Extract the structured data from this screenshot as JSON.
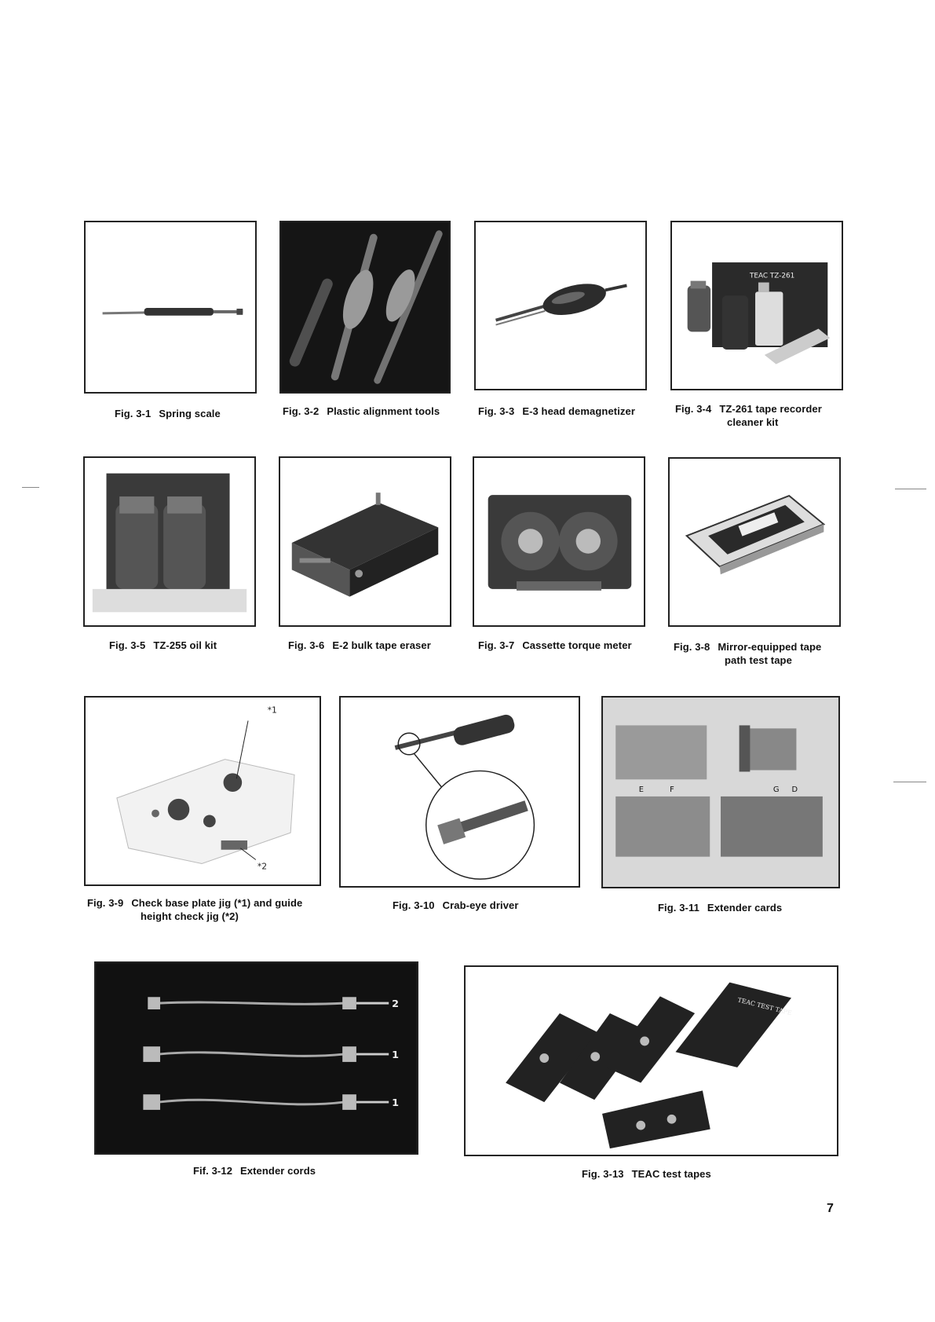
{
  "page_number": "7",
  "figures": [
    {
      "num": "Fig. 3-1",
      "title": "Spring scale",
      "title2": ""
    },
    {
      "num": "Fig. 3-2",
      "title": "Plastic alignment tools",
      "title2": ""
    },
    {
      "num": "Fig. 3-3",
      "title": "E-3 head demagnetizer",
      "title2": ""
    },
    {
      "num": "Fig. 3-4",
      "title": "TZ-261 tape recorder",
      "title2": "cleaner kit",
      "label": "TEAC TZ-261"
    },
    {
      "num": "Fig. 3-5",
      "title": "TZ-255 oil kit",
      "title2": ""
    },
    {
      "num": "Fig. 3-6",
      "title": "E-2 bulk tape eraser",
      "title2": ""
    },
    {
      "num": "Fig. 3-7",
      "title": "Cassette torque meter",
      "title2": ""
    },
    {
      "num": "Fig. 3-8",
      "title": "Mirror-equipped tape",
      "title2": "path test tape"
    },
    {
      "num": "Fig. 3-9",
      "title": "Check base plate jig (*1) and guide",
      "title2": "height check jig (*2)",
      "callouts": [
        "*1",
        "*2"
      ]
    },
    {
      "num": "Fig. 3-10",
      "title": "Crab-eye driver",
      "title2": ""
    },
    {
      "num": "Fig. 3-11",
      "title": "Extender cards",
      "title2": "",
      "callouts": [
        "E",
        "F",
        "G",
        "D"
      ]
    },
    {
      "num": "Fif. 3-12",
      "title": "Extender cords",
      "title2": "",
      "callouts": [
        "2",
        "1",
        "1"
      ]
    },
    {
      "num": "Fig. 3-13",
      "title": "TEAC test tapes",
      "title2": "",
      "label": "TEAC TEST TAPE"
    }
  ]
}
